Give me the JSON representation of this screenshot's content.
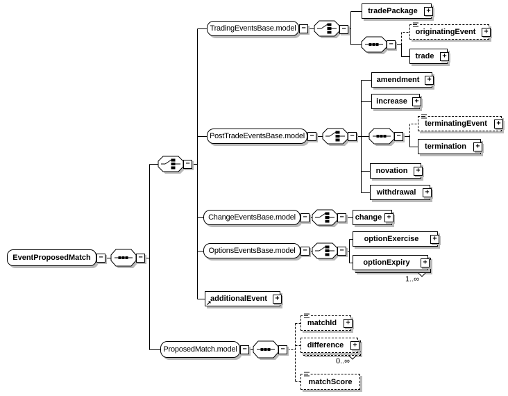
{
  "colors": {
    "line": "#000000",
    "fill": "#ffffff",
    "shadow": "#b9b9b9"
  },
  "symbols": {
    "collapse": "−",
    "expand": "+",
    "reference": "↗"
  },
  "nodes": {
    "root": "EventProposedMatch",
    "tradingEventsBase": "TradingEventsBase.model",
    "tradePackage": "tradePackage",
    "originatingEvent": "originatingEvent",
    "trade": "trade",
    "postTradeEventsBase": "PostTradeEventsBase.model",
    "amendment": "amendment",
    "increase": "increase",
    "terminatingEvent": "terminatingEvent",
    "termination": "termination",
    "novation": "novation",
    "withdrawal": "withdrawal",
    "changeEventsBase": "ChangeEventsBase.model",
    "change": "change",
    "optionsEventsBase": "OptionsEventsBase.model",
    "optionExercise": "optionExercise",
    "optionExpiry": "optionExpiry",
    "additionalEvent": "additionalEvent",
    "proposedMatch": "ProposedMatch.model",
    "matchId": "matchId",
    "difference": "difference",
    "matchScore": "matchScore"
  },
  "occurrences": {
    "optionExpiry": "1..∞",
    "difference": "0..∞"
  }
}
